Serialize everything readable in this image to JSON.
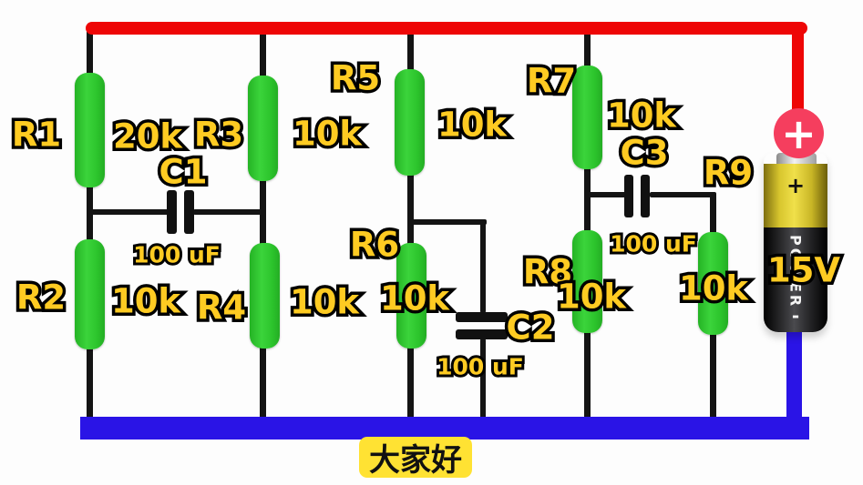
{
  "diagram_type": "circuit-schematic",
  "caption": {
    "text": "大家好"
  },
  "components": {
    "resistors": [
      {
        "name": "R1",
        "value": "20k"
      },
      {
        "name": "R2",
        "value": "10k"
      },
      {
        "name": "R3",
        "value": "10k"
      },
      {
        "name": "R4",
        "value": "10k"
      },
      {
        "name": "R5",
        "value": "10k"
      },
      {
        "name": "R6",
        "value": "10k"
      },
      {
        "name": "R7",
        "value": "10k"
      },
      {
        "name": "R8",
        "value": "10k"
      },
      {
        "name": "R9",
        "value": "10k"
      }
    ],
    "capacitors": [
      {
        "name": "C1",
        "value": "100 uF"
      },
      {
        "name": "C2",
        "value": "100 uF"
      },
      {
        "name": "C3",
        "value": "100 uF"
      }
    ],
    "battery": {
      "voltage": "15V",
      "brand": "POWER",
      "plus_symbol": "+",
      "minus_symbol": "-"
    }
  },
  "colors": {
    "positive_rail": "#ee0606",
    "negative_rail": "#2a14e6",
    "resistor_green": "#2cc42c",
    "wire_black": "#141414",
    "label_yellow": "#fecb22",
    "caption_background": "#ffe233",
    "plus_badge_pink": "#f53e5e"
  }
}
